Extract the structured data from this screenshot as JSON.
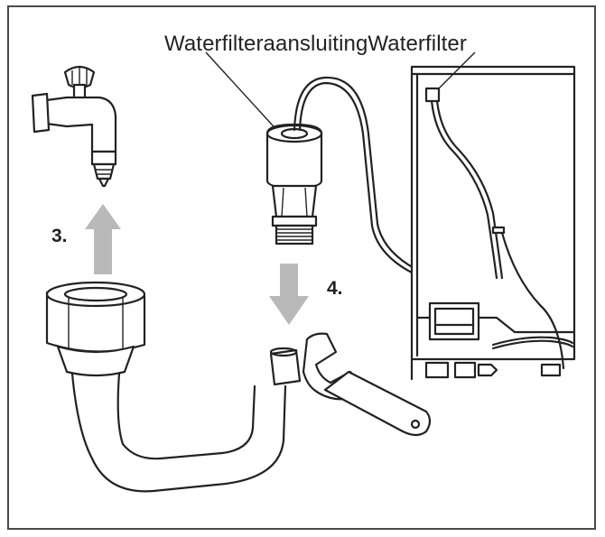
{
  "diagram": {
    "title_label": "WaterfilteraansluitingWaterfilter",
    "steps": [
      {
        "label": "3."
      },
      {
        "label": "4."
      }
    ],
    "colors": {
      "line": "#222222",
      "arrow": "#b9b9b9",
      "frame": "#4a4a4a",
      "background": "#ffffff"
    }
  }
}
